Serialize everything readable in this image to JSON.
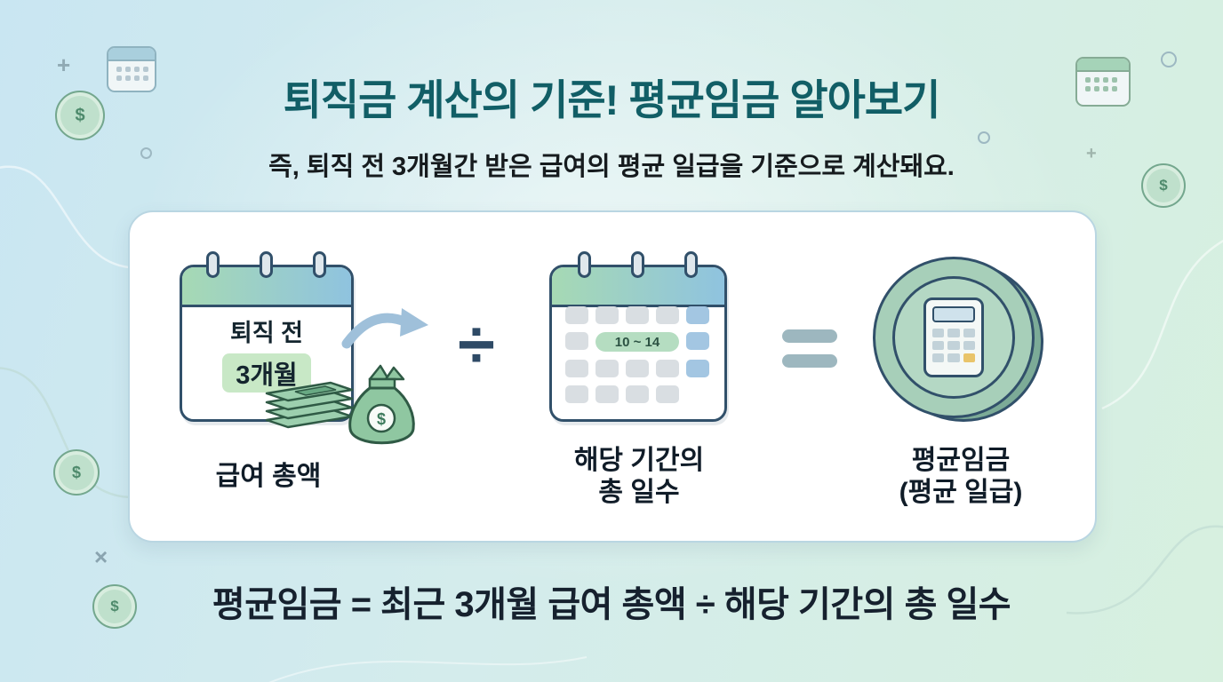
{
  "header": {
    "title": "퇴직금 계산의 기준! 평균임금 알아보기",
    "subtitle": "즉, 퇴직 전 3개월간 받은 급여의 평균 일급을 기준으로 계산돼요."
  },
  "diagram": {
    "salary": {
      "calendar_line1": "퇴직 전",
      "calendar_line2": "3개월",
      "caption": "급여 총액",
      "moneybag_symbol": "$"
    },
    "divide_symbol": "÷",
    "days": {
      "calendar_range": "10 ~ 14",
      "caption_line1": "해당 기간의",
      "caption_line2": "총 일수"
    },
    "equals_symbol": "=",
    "result": {
      "caption_line1": "평균임금",
      "caption_line2": "(평균 일급)"
    }
  },
  "formula": "평균임금 = 최근 3개월 급여 총액 ÷ 해당 기간의 총 일수",
  "decor": {
    "coin_symbol": "$",
    "plus_symbol": "+",
    "cross_symbol": "×"
  },
  "colors": {
    "title_teal": "#115e66",
    "navy_outline": "#31506a",
    "accent_green": "#c8e8c6",
    "card_border": "#b9d6e2",
    "background_blue": "#c9e6f2",
    "background_green": "#d7f0df"
  }
}
